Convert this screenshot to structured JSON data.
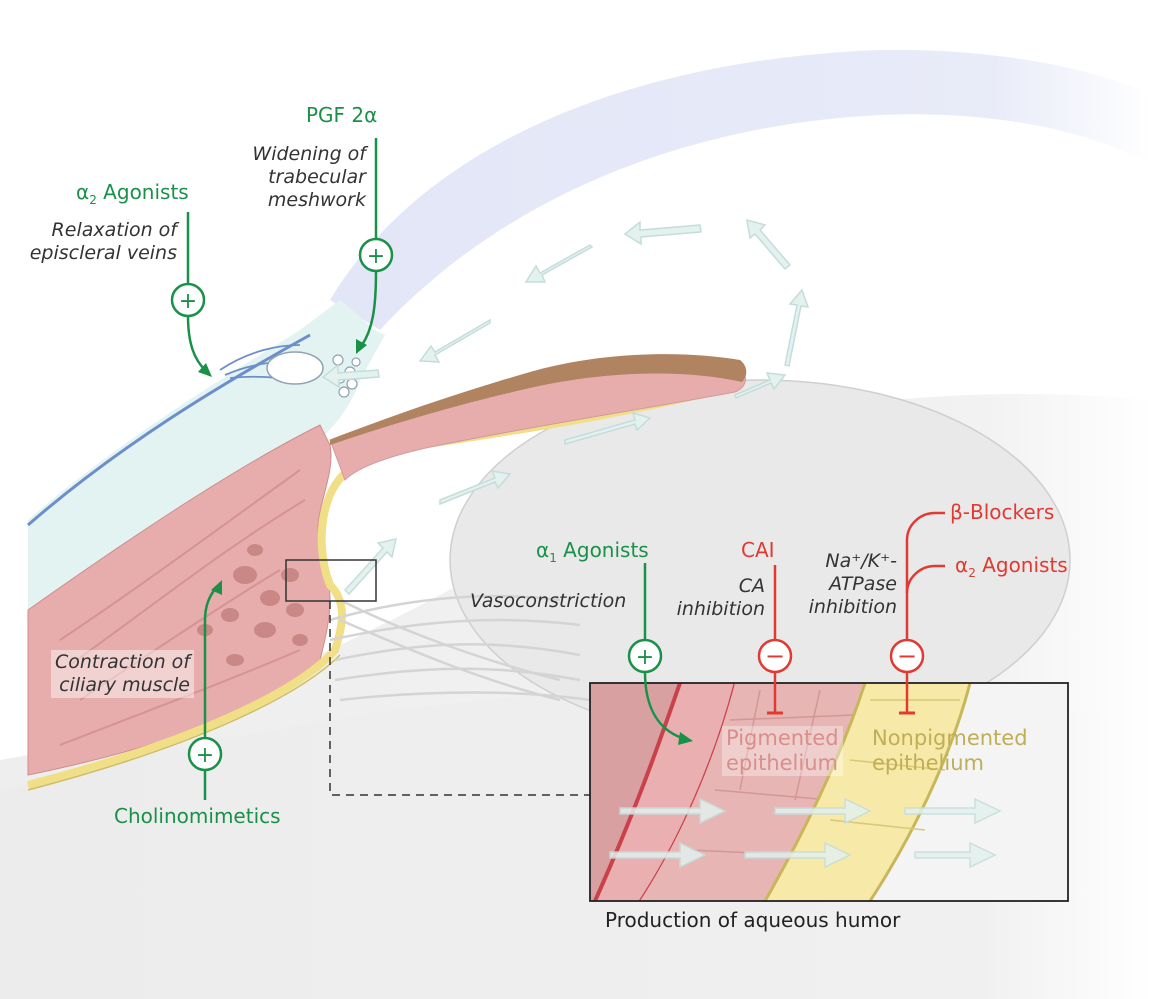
{
  "labels": {
    "pgf": "PGF 2α",
    "pgf_effect": [
      "Widening of",
      "trabecular",
      "meshwork"
    ],
    "alpha2_left_prefix": "α",
    "alpha2_left_sub": "2",
    "alpha2_left_text": " Agonists",
    "alpha2_left_effect": [
      "Relaxation of",
      "episcleral veins"
    ],
    "alpha1_prefix": "α",
    "alpha1_sub": "1",
    "alpha1_text": " Agonists",
    "vasoconstriction": "Vasoconstriction",
    "cai": "CAI",
    "ca_inhibition": [
      "CA",
      "inhibition"
    ],
    "beta_blockers": "β-Blockers",
    "alpha2_right_prefix": "α",
    "alpha2_right_sub": "2",
    "alpha2_right_text": " Agonists",
    "nak_line1": "Na⁺/K⁺-",
    "nak_line2": "ATPase",
    "nak_line3": "inhibition",
    "contraction": [
      "Contraction of",
      "ciliary muscle"
    ],
    "cholinomimetics": "Cholinomimetics",
    "pigmented": [
      "Pigmented",
      "epithelium"
    ],
    "nonpigmented": [
      "Nonpigmented",
      "epithelium"
    ],
    "caption": "Production of aqueous humor",
    "plus": "+",
    "minus": "−"
  },
  "colors": {
    "green": "#1a9148",
    "red": "#e03a32",
    "cornea": "#e6e9f8",
    "sclera": "#e3f3f1",
    "ciliary": "#e7adac",
    "iris_top": "#b08361",
    "yellow": "#f7ecaa",
    "gray": "#efefef",
    "flow": "#d9ece9"
  }
}
